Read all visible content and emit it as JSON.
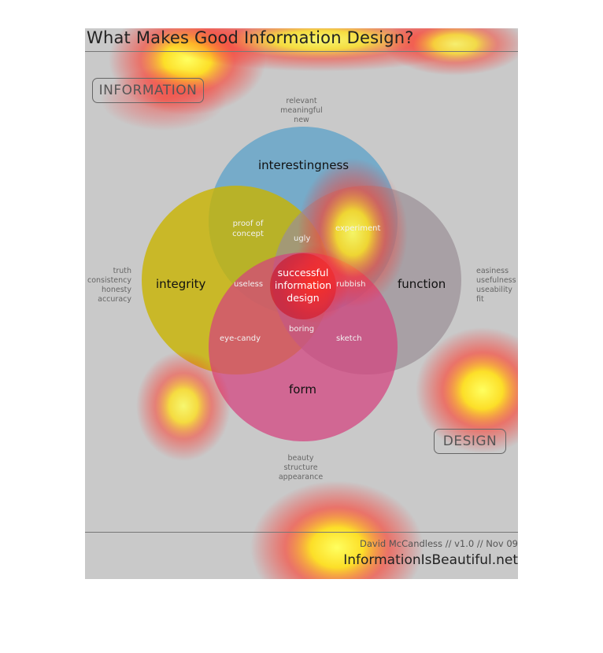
{
  "title": "What Makes Good Information Design?",
  "labels": {
    "information": "INFORMATION",
    "design": "DESIGN"
  },
  "circles": {
    "interestingness": {
      "label": "interestingness",
      "attributes": [
        "relevant",
        "meaningful",
        "new"
      ],
      "color": "#5aa0c8"
    },
    "integrity": {
      "label": "integrity",
      "attributes": [
        "truth",
        "consistency",
        "honesty",
        "accuracy"
      ],
      "color": "#c9b400"
    },
    "function": {
      "label": "function",
      "attributes": [
        "easiness",
        "usefulness",
        "useability",
        "fit"
      ],
      "color": "#9a8f95"
    },
    "form": {
      "label": "form",
      "attributes": [
        "beauty",
        "structure",
        "appearance"
      ],
      "color": "#d4417e"
    }
  },
  "overlaps": {
    "proof_of_concept": [
      "proof of",
      "concept"
    ],
    "experiment": "experiment",
    "ugly": "ugly",
    "useless": "useless",
    "rubbish": "rubbish",
    "eye_candy": "eye-candy",
    "boring": "boring",
    "sketch": "sketch",
    "core": [
      "successful",
      "information",
      "design"
    ]
  },
  "footer": {
    "credit": "David McCandless // v1.0 // Nov 09",
    "site": "InformationIsBeautiful.net"
  },
  "colors": {
    "background": "#c9c9c9",
    "heat_hot": "#ffff40",
    "heat_mid": "#ff3030"
  }
}
